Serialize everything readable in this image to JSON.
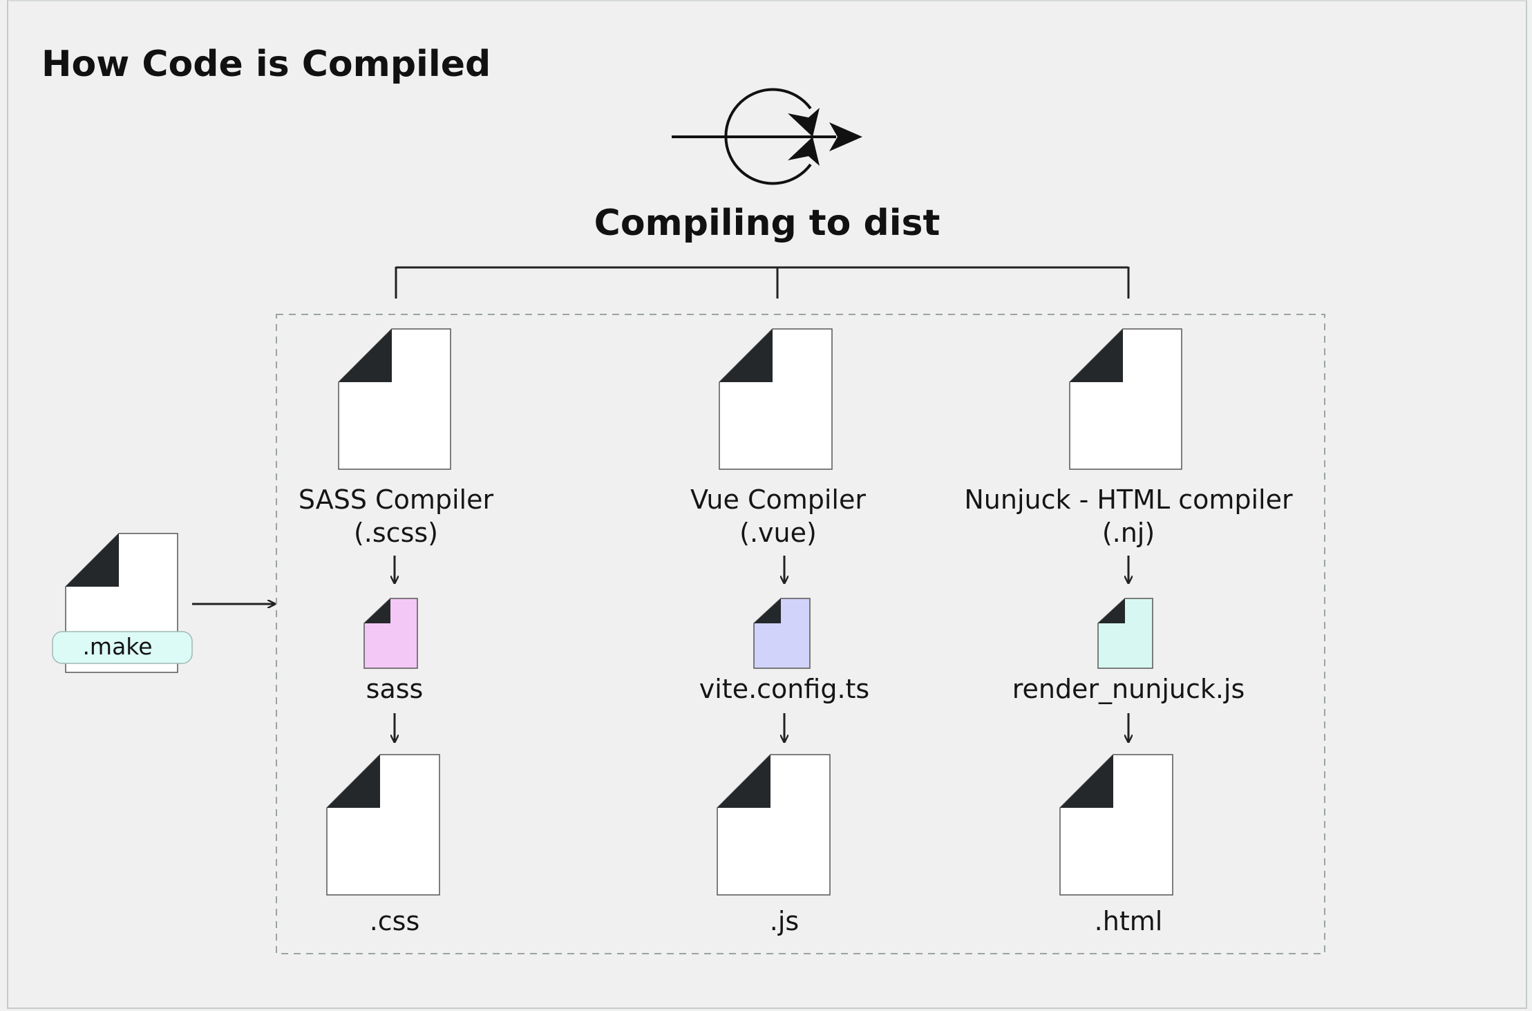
{
  "title": "How Code is Compiled",
  "process": {
    "icon": "compile-loop-icon",
    "label": "Compiling to dist"
  },
  "source": {
    "label": ".make",
    "icon": "file-icon",
    "badge_color": "#dcfbf6"
  },
  "pipelines": [
    {
      "compiler_name": "SASS Compiler",
      "compiler_ext": "(.scss)",
      "config_label": "sass",
      "config_color": "#f4c8f6",
      "output_label": ".css"
    },
    {
      "compiler_name": "Vue Compiler",
      "compiler_ext": "(.vue)",
      "config_label": "vite.config.ts",
      "config_color": "#d2d3fb",
      "output_label": ".js"
    },
    {
      "compiler_name": "Nunjuck - HTML compiler",
      "compiler_ext": "(.nj)",
      "config_label": "render_nunjuck.js",
      "config_color": "#d7f8f2",
      "output_label": ".html"
    }
  ],
  "colors": {
    "background": "#f0f0f0",
    "file_corner": "#25282a",
    "line": "#222222",
    "dashed_box": "#9aa3a1"
  }
}
